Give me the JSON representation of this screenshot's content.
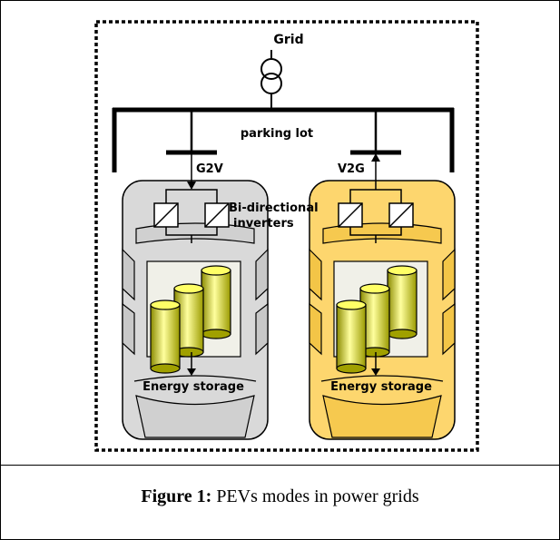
{
  "diagram": {
    "grid_label": "Grid",
    "parking_lot_label": "parking lot",
    "g2v_label": "G2V",
    "v2g_label": "V2G",
    "inverters_label_line1": "Bi-directional",
    "inverters_label_line2": "inverters",
    "storage_left_label": "Energy storage",
    "storage_right_label": "Energy storage",
    "colors": {
      "left_car": "#d9d9d9",
      "right_car": "#fdd66e",
      "cylinder_light": "#ffffb0",
      "cylinder_dark": "#bdbd00"
    }
  },
  "caption": {
    "label": "Figure 1:",
    "text": " PEVs modes in power grids"
  }
}
